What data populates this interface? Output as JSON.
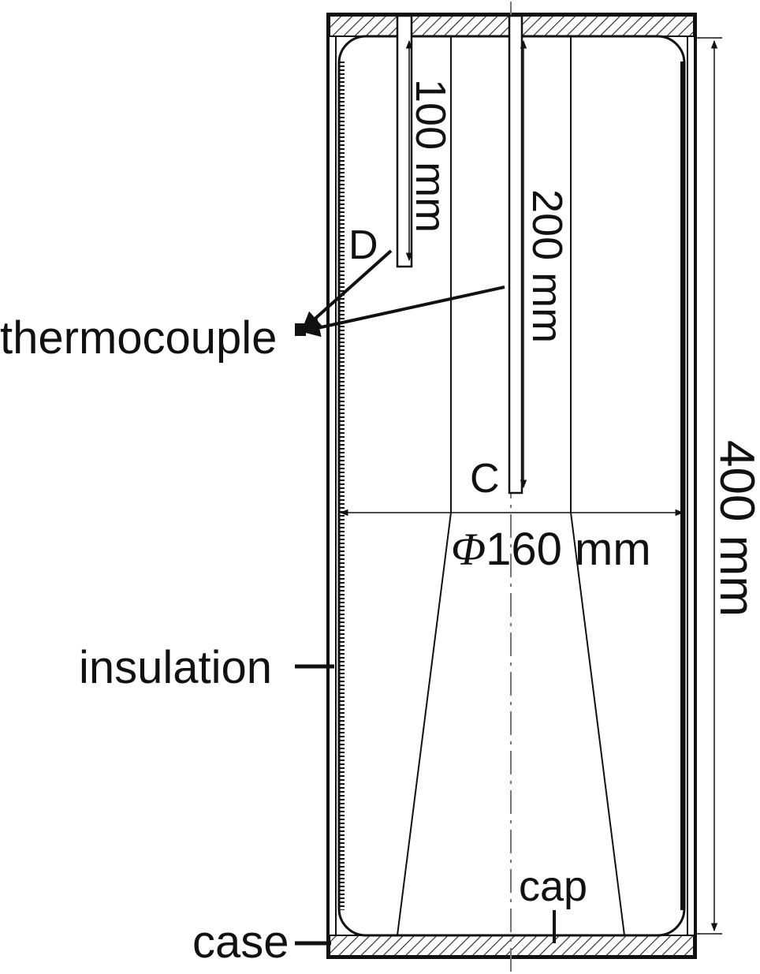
{
  "labels": {
    "thermocouple": "thermocouple",
    "insulation": "insulation",
    "case": "case",
    "cap": "cap",
    "point_d": "D",
    "point_c": "C"
  },
  "dimensions": {
    "depth_d": "100 mm",
    "depth_c": "200 mm",
    "height": "400 mm",
    "diameter_symbol": "Φ",
    "diameter_value": "160 mm"
  },
  "colors": {
    "line": "#111111",
    "hatch": "#222222",
    "background": "#ffffff",
    "centerline": "#777777"
  }
}
